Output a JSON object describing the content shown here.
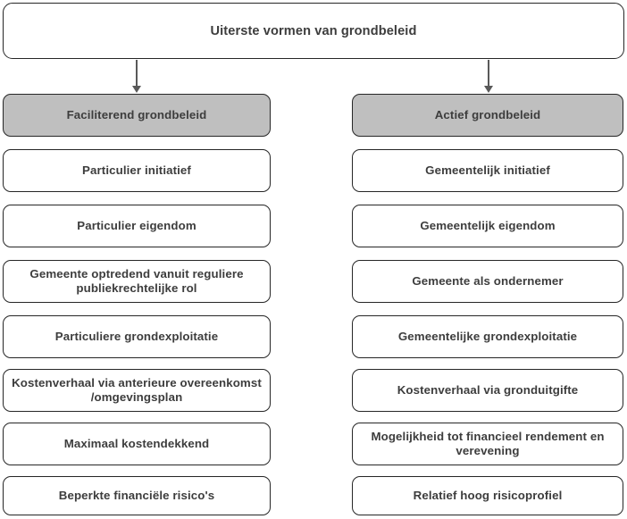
{
  "diagram": {
    "root": {
      "label": "Uiterste vormen van grondbeleid"
    },
    "columns": [
      {
        "id": "faciliterend",
        "header": "Faciliterend grondbeleid",
        "items": [
          "Particulier initiatief",
          "Particulier eigendom",
          "Gemeente optredend vanuit reguliere publiekrechtelijke rol",
          "Particuliere grondexploitatie",
          "Kostenverhaal via anterieure overeenkomst /omgevingsplan",
          "Maximaal kostendekkend",
          "Beperkte financiële risico's"
        ]
      },
      {
        "id": "actief",
        "header": "Actief grondbeleid",
        "items": [
          "Gemeentelijk initiatief",
          "Gemeentelijk eigendom",
          "Gemeente als ondernemer",
          "Gemeentelijke grondexploitatie",
          "Kostenverhaal via gronduitgifte",
          "Mogelijkheid tot financieel rendement en verevening",
          "Relatief hoog risicoprofiel"
        ]
      }
    ],
    "colors": {
      "header_fill": "#bfbfbf",
      "box_fill": "#ffffff",
      "border": "#262626",
      "text": "#3d3d3d",
      "arrow": "#595959"
    }
  }
}
